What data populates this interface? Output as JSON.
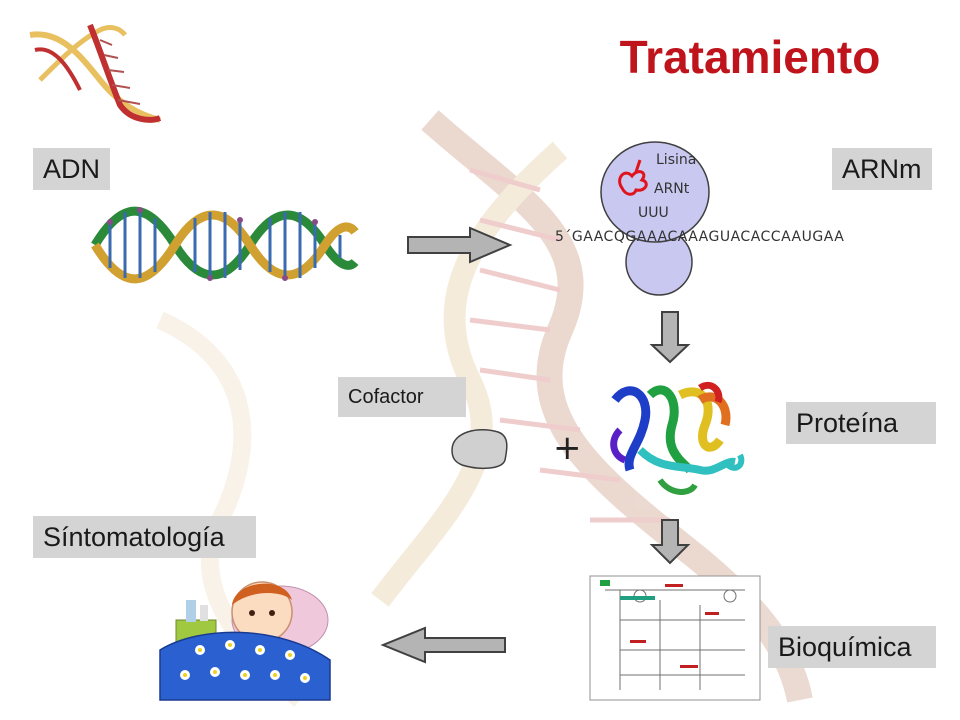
{
  "slide": {
    "title": "Tratamiento",
    "labels": {
      "adn": "ADN",
      "arnm": "ARNm",
      "proteina": "Proteína",
      "cofactor": "Cofactor",
      "sintomatologia": "Síntomatología",
      "bioquimica": "Bioquímica"
    },
    "translation": {
      "amino_acid": "Lisina",
      "trna": "ARNt",
      "anticodon": "UUU",
      "mrna_sequence": "5´GAACQGAAACAAAGUACACCAAUGAA"
    },
    "plus_sign": "+"
  },
  "colors": {
    "title": "#c0141c",
    "label_bg": "#d4d4d4",
    "ribosome": "#c8c8f0",
    "arrow": "#b4b4b4"
  }
}
